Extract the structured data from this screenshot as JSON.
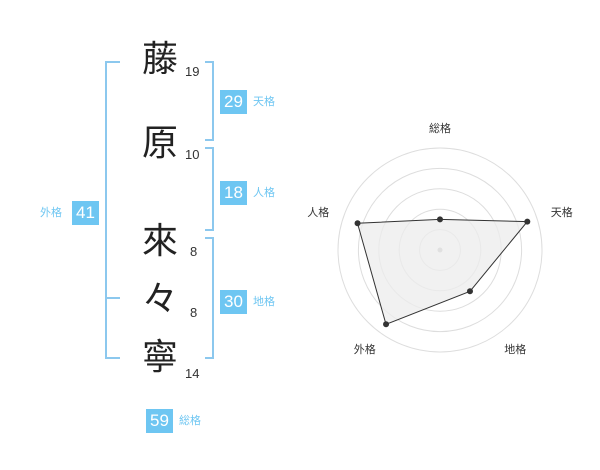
{
  "characters": [
    {
      "char": "藤",
      "strokes": "19"
    },
    {
      "char": "原",
      "strokes": "10"
    },
    {
      "char": "來",
      "strokes": "8"
    },
    {
      "char": "々",
      "strokes": "8"
    },
    {
      "char": "寧",
      "strokes": "14"
    }
  ],
  "grades": {
    "tenkaku": {
      "value": "29",
      "label": "天格"
    },
    "jinkaku": {
      "value": "18",
      "label": "人格"
    },
    "chikaku": {
      "value": "30",
      "label": "地格"
    },
    "gaikaku": {
      "value": "41",
      "label": "外格"
    },
    "soukaku": {
      "value": "59",
      "label": "総格"
    }
  },
  "colors": {
    "accent": "#6ec6f2",
    "bracket": "#8cc8ee",
    "radar_line": "#333333",
    "radar_fill": "#ececec",
    "grid": "#dddddd"
  },
  "chart_data": {
    "type": "radar",
    "axes": [
      "総格",
      "天格",
      "地格",
      "外格",
      "人格"
    ],
    "values": [
      0.3,
      0.9,
      0.5,
      0.9,
      0.85
    ],
    "range": [
      0,
      1
    ],
    "rings": 5
  }
}
